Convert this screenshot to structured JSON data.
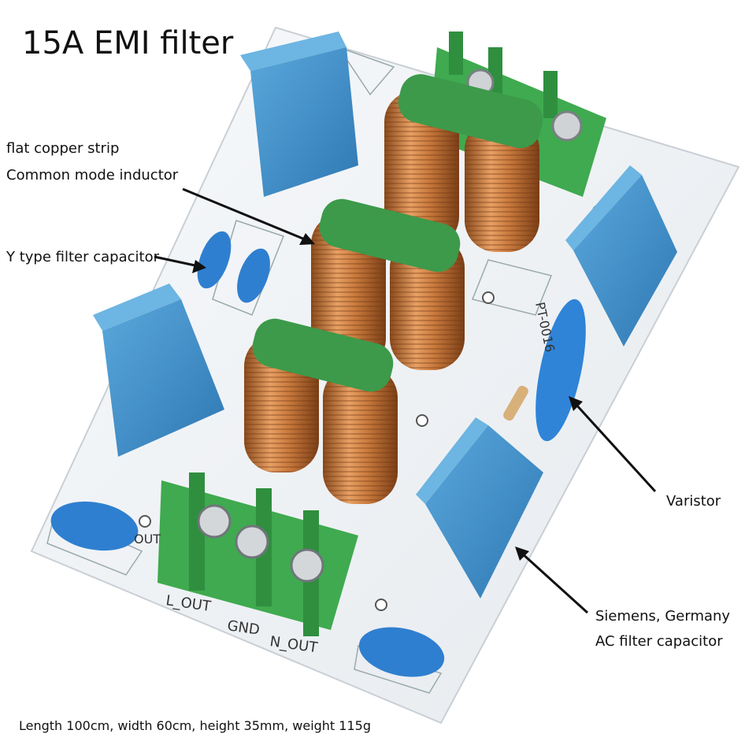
{
  "title": "15A EMI filter",
  "annotations": {
    "copper_strip": "flat copper strip",
    "cm_inductor": "Common mode inductor",
    "y_cap": "Y type filter capacitor",
    "varistor": "Varistor",
    "siemens": "Siemens, Germany",
    "ac_cap": "AC filter capacitor"
  },
  "footer": "Length 100cm, width 60cm, height 35mm, weight 115g",
  "board_print": {
    "l_out": "L_OUT",
    "gnd": "GND",
    "n_out": "N_OUT",
    "model": "PT-0016",
    "out": "OUT"
  },
  "colors": {
    "board": "#f2f4f6",
    "capacitor": "#3d8fc8",
    "copper": "#c8793c",
    "core": "#3c9a4a",
    "terminal": "#3faa4f",
    "y_cap": "#2f7fd0"
  }
}
